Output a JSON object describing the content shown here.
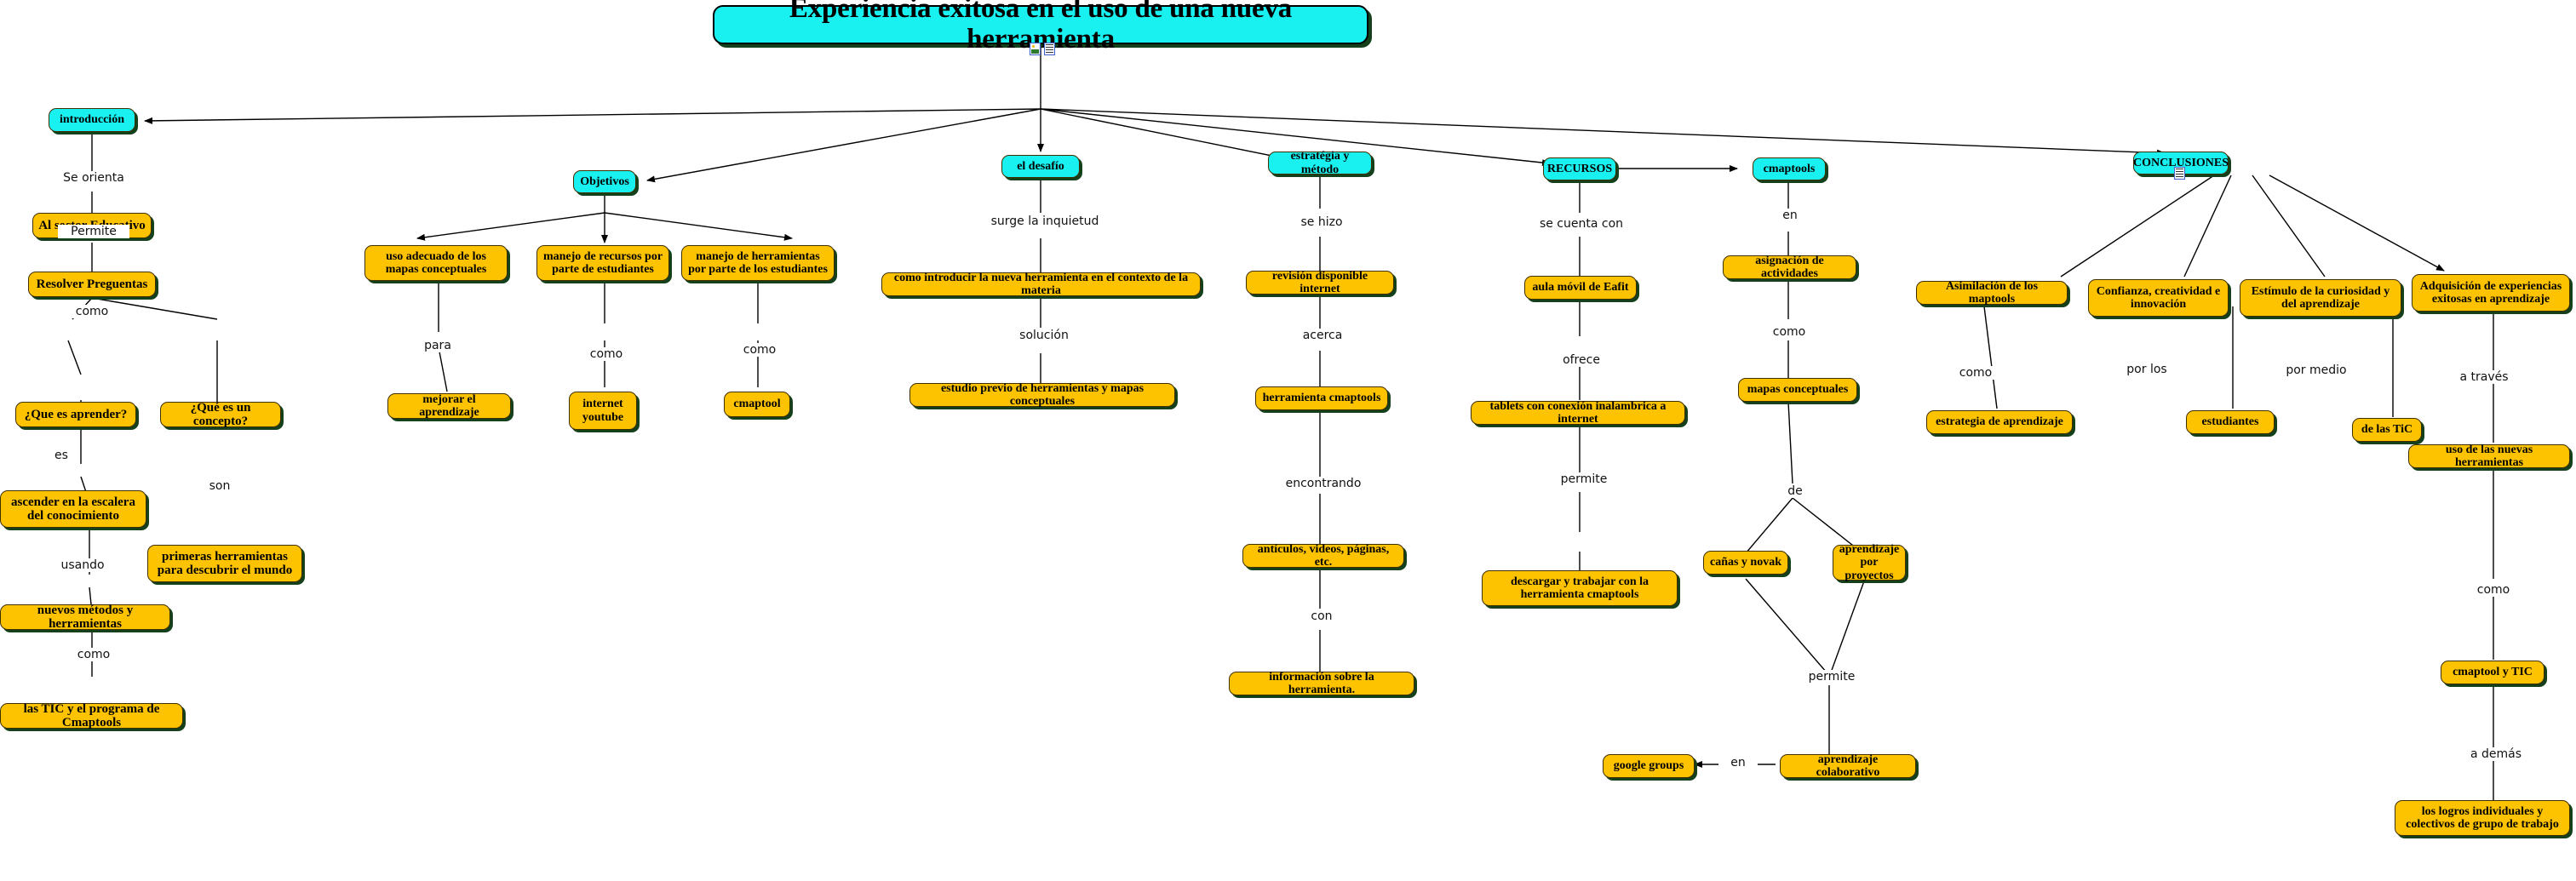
{
  "document": {
    "title": "Experiencia exitosa en el uso de una nueva herramienta",
    "tool": "CmapTools concept map",
    "language": "es"
  },
  "colors": {
    "concept_fill": "#fdc300",
    "topic_fill": "#19f0f0",
    "shadow": "#14401c",
    "border": "#403000",
    "link_line": "#000000",
    "background": "#ffffff"
  },
  "icons": {
    "title_image": "image-resource-icon",
    "title_doc": "document-resource-icon",
    "conclusiones_doc": "document-resource-icon"
  },
  "nodes": {
    "title": "Experiencia exitosa en el uso de una nueva herramienta",
    "introduccion": "introducción",
    "sector_educativo": "Al sector Educativo",
    "resolver_preguntas": "Resolver Preguentas",
    "que_es_aprender": "¿Que es aprender?",
    "que_es_concepto": "¿Qué es un concepto?",
    "ascender_escalera": "ascender en la escalera del conocimiento",
    "primeras_herramientas": "primeras herramientas para descubrir el mundo",
    "nuevos_metodos": "nuevos métodos y herramientas",
    "tic_cmaptools": "las TIC y el programa de Cmaptools",
    "objetivos": "Objetivos",
    "uso_adecuado": "uso adecuado de los mapas conceptuales",
    "manejo_recursos": "manejo de recursos por parte de estudiantes",
    "manejo_herramientas": "manejo de herramientas por parte de los estudiantes",
    "mejorar_aprendizaje": "mejorar el aprendizaje",
    "internet_youtube": "internet youtube",
    "cmaptool": "cmaptool",
    "el_desafio": "el  desafío",
    "como_introducir": "como introducir la nueva herramienta en el contexto de la materia",
    "estudio_previo": "estudio previo de herramientas y mapas conceptuales",
    "estrategia_metodo": "estratégia y método",
    "revision_internet": "revisión disponible internet",
    "herramienta_cmaptools": "herramienta cmaptools",
    "articulos_videos": "antículos, videos, páginas, etc.",
    "informacion_herramienta": "información sobre la herramienta.",
    "recursos": "RECURSOS",
    "aula_movil": "aula móvil de Eafit",
    "tablets": "tablets con conexión inalambrica a internet",
    "descargar_trabajar": "descargar y trabajar con la herramienta cmaptools",
    "cmaptools": "cmaptools",
    "asignacion_actividades": "asignación de actividades",
    "mapas_conceptuales": "mapas conceptuales",
    "canas_novak": "cañas y novak",
    "aprendizaje_proyectos": "aprendizaje por proyectos",
    "aprendizaje_colaborativo": "aprendizaje colaborativo",
    "google_groups": "google groups",
    "conclusiones": "CONCLUSIONES",
    "asimilacion_maptools": "Asimilación de los maptools",
    "confianza_creatividad": "Confianza, creatividad e innovación",
    "estimulo_curiosidad": "Estímulo de la curiosidad y del aprendizaje",
    "adquisicion_experiencias": "Adquisición de experiencias exitosas en aprendizaje",
    "estrategia_aprendizaje": "estrategia de aprendizaje",
    "estudiantes": "estudiantes",
    "de_las_tic": "de las TiC",
    "uso_nuevas_herramientas": "uso de las nuevas herramientas",
    "cmaptool_y_tic": "cmaptool y TIC",
    "logros_individuales": "los logros individuales y colectivos de grupo de trabajo"
  },
  "link_labels": {
    "se_orienta": "Se orienta",
    "permite_1": "Permite",
    "como_1": "como",
    "es": "es",
    "son": "son",
    "usando": "usando",
    "como_2": "como",
    "para": "para",
    "como_3": "como",
    "como_4": "como",
    "surge_la_inquietud": "surge la inquietud",
    "solucion": "solución",
    "se_hizo": "se hizo",
    "acerca": "acerca",
    "encontrando": "encontrando",
    "con": "con",
    "se_cuenta_con": "se cuenta  con",
    "ofrece": "ofrece",
    "permite_2": "permite",
    "de_1": "de",
    "en_1": "en",
    "como_5": "como",
    "de_2": "de",
    "permite_3": "permite",
    "en_2": "en",
    "como_6": "como",
    "por_los": "por los",
    "por_medio": "por medio",
    "a_traves": "a través",
    "como_7": "como",
    "a_demas": "a demás"
  }
}
